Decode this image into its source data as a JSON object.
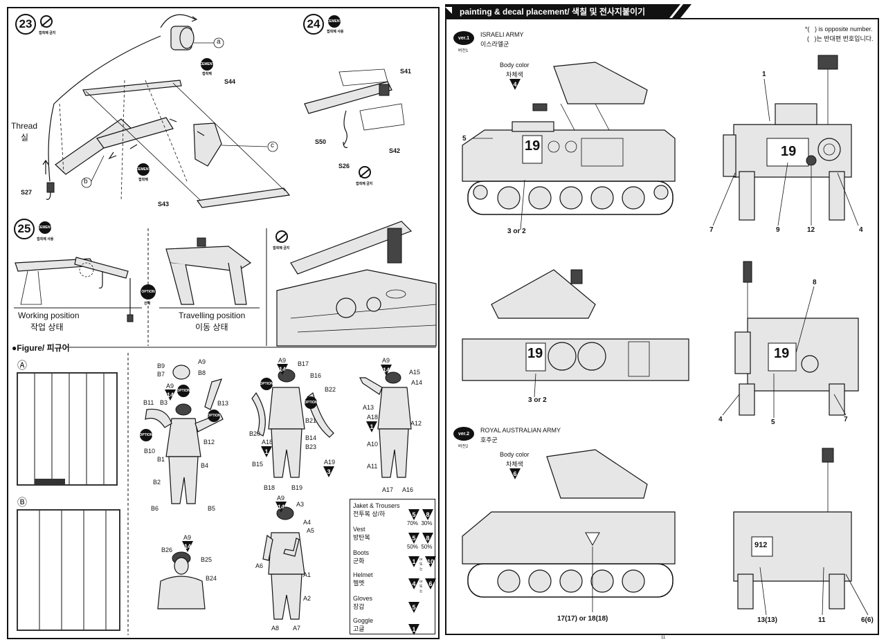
{
  "assembly": {
    "step23": {
      "number": "23",
      "no_cement": "접착제 금지",
      "part_a": "a",
      "cement": "CEMENT",
      "cement_ko": "접착제",
      "s44": "S44",
      "thread": "Thread",
      "thread_ko": "실",
      "part_b": "b",
      "part_c": "c",
      "cement2": "CEMENT",
      "cement2_ko": "접착제",
      "s27": "S27",
      "s43": "S43"
    },
    "step24": {
      "number": "24",
      "cement": "CEMENT",
      "cement_ko": "접착제 사용",
      "s41": "S41",
      "s50": "S50",
      "s42": "S42",
      "s26": "S26",
      "no_cement": "접착제 금지"
    },
    "step25": {
      "number": "25",
      "cement": "CEMENT",
      "cement_ko": "접착제 사용",
      "working_en": "Working position",
      "working_ko": "작업 상태",
      "option": "OPTION",
      "option_ko": "선택",
      "travelling_en": "Travelling position",
      "travelling_ko": "이동 상태",
      "no_cement": "접착제 금지"
    }
  },
  "figure": {
    "title": "●Figure/ 피규어",
    "sprue_a": "Ⓐ",
    "sprue_b": "Ⓑ",
    "option": "OPTION",
    "option_ko": "선택",
    "b_labels": [
      "B9",
      "A9",
      "B7",
      "B8",
      "A9",
      "B13",
      "B11",
      "B3",
      "B12",
      "B10",
      "B1",
      "B4",
      "B2",
      "B6",
      "B5"
    ],
    "mid_labels": [
      "A9",
      "B17",
      "B16",
      "B22",
      "B21",
      "B20",
      "B14",
      "A18",
      "B23",
      "B15",
      "A19",
      "B18",
      "B19"
    ],
    "right_labels": [
      "A9",
      "A15",
      "A14",
      "A13",
      "A18",
      "A12",
      "A10",
      "A11",
      "A17",
      "A16"
    ],
    "bust_labels": [
      "A9",
      "B26",
      "B25",
      "B24"
    ],
    "a_labels": [
      "A9",
      "A3",
      "A4",
      "A5",
      "A6",
      "A1",
      "A2",
      "A8",
      "A7"
    ],
    "marks": {
      "m14": "14",
      "m1": "1",
      "m3": "3"
    },
    "legend": [
      {
        "en": "Jaket & Trousers",
        "ko": "전투복 상/하",
        "c1": "5",
        "c2": "8",
        "mix": "70%  30%"
      },
      {
        "en": "Vest",
        "ko": "방탄복",
        "c1": "5",
        "c2": "8",
        "mix": "50%  50%"
      },
      {
        "en": "Boots",
        "ko": "군화",
        "c1": "1",
        "or": "or 또는",
        "c2": "10"
      },
      {
        "en": "Helmet",
        "ko": "헬멧",
        "c1": "4",
        "or": "or 또는",
        "c2": "6"
      },
      {
        "en": "Gloves",
        "ko": "장갑",
        "c1": "5"
      },
      {
        "en": "Goggle",
        "ko": "고글",
        "c1": "1"
      }
    ]
  },
  "painting": {
    "header": "painting & decal placement/ 색칠 및 전사지붙이기",
    "note_en": "*(   ) is opposite number.",
    "note_ko": "(   )는 반대편 번호입니다.",
    "ver1": {
      "badge": "ver.1",
      "badge_ko": "버전1",
      "army": "ISRAELI ARMY",
      "army_ko": "이스라엘군"
    },
    "ver2": {
      "badge": "ver.2",
      "badge_ko": "버전2",
      "army": "ROYAL AUSTRALIAN ARMY",
      "army_ko": "호주군"
    },
    "body_color": "Body color",
    "body_color_ko": "차체색",
    "color_ver1": "4",
    "color_ver2": "6",
    "hull_number": "19",
    "rear_number": "912",
    "callouts": {
      "c5": "5",
      "c3or2": "3 or 2",
      "c1": "1",
      "c7": "7",
      "c9": "9",
      "c12": "12",
      "c4": "4",
      "c8": "8",
      "c3or2b": "3 or 2",
      "c4b": "4",
      "c5b": "5",
      "c7b": "7",
      "c1718": "17(17) or 18(18)",
      "c1313": "13(13)",
      "c11": "11",
      "c66": "6(6)"
    }
  },
  "page_number": "11"
}
